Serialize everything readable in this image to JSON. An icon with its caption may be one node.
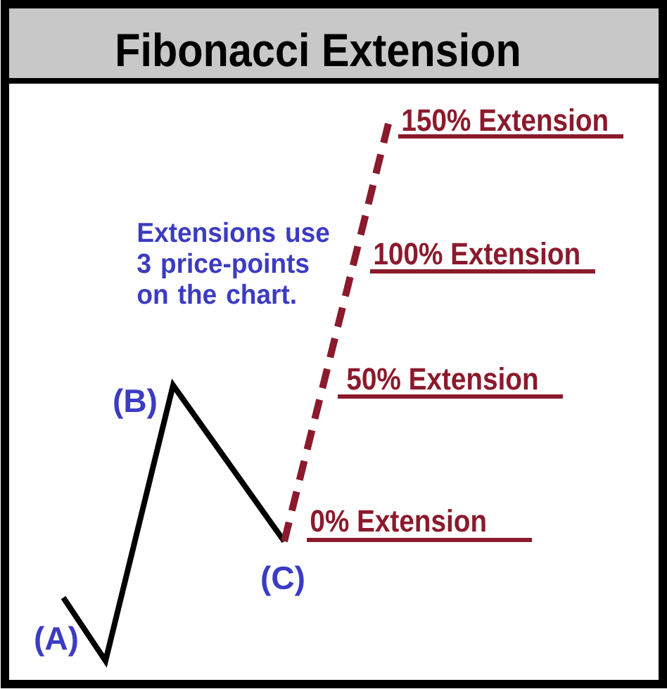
{
  "diagram": {
    "title": "Fibonacci Extension",
    "labels": [
      "150% Extension",
      "Extensions use 3 price-points on the chart.",
      "100% Extension",
      "50% Extension",
      "(B)",
      "0% Extension",
      "(C)",
      "(A)"
    ]
  }
}
